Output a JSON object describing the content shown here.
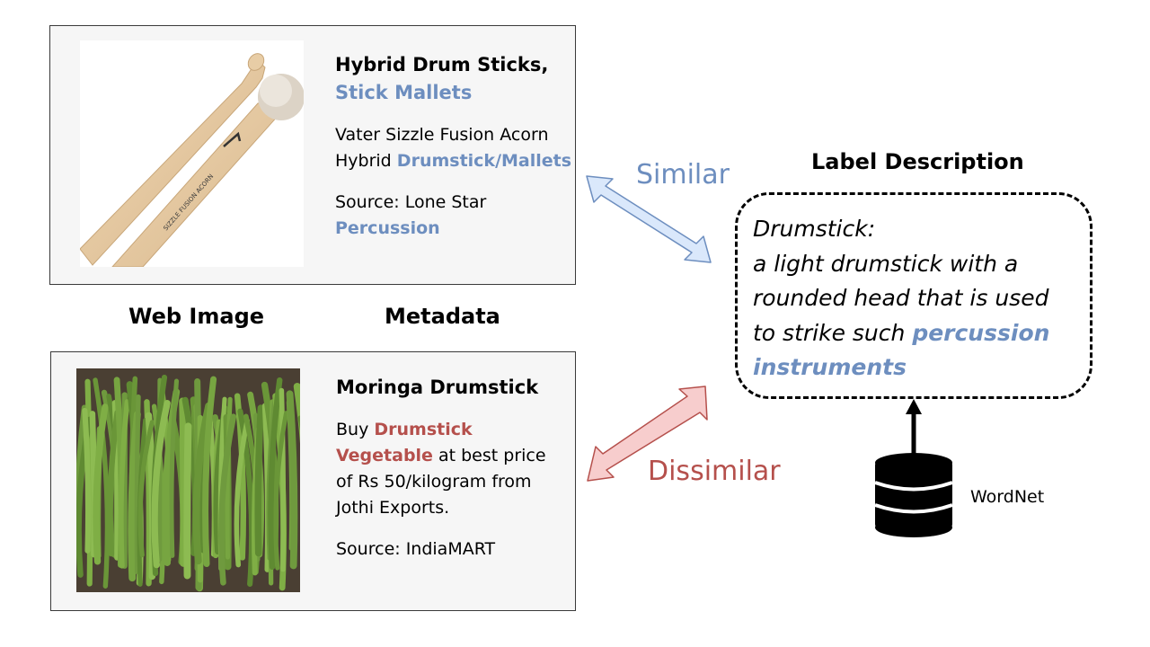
{
  "examples": [
    {
      "title": "Hybrid Drum Sticks,",
      "title_hl": "Stick Mallets",
      "desc_a": "Vater Sizzle Fusion Acorn",
      "desc_b": "Hybrid ",
      "desc_hl": "Drumstick/Mallets",
      "source": "Source: Lone Star",
      "source_hl": "Percussion",
      "stick_print": "SIZZLE FUSION ACORN"
    },
    {
      "title": "Moringa Drumstick",
      "desc_a": "Buy ",
      "desc_hl1": "Drumstick",
      "desc_hl2": "Vegetable",
      "desc_b": " at best price",
      "desc_c": "of Rs 50/kilogram from",
      "desc_d": "Jothi Exports.",
      "source": "Source: IndiaMART"
    }
  ],
  "labels": {
    "web_image": "Web Image",
    "metadata": "Metadata",
    "label_description": "Label Description"
  },
  "relations": {
    "similar": "Similar",
    "dissimilar": "Dissimilar"
  },
  "description": {
    "term": "Drumstick:",
    "line1": "a light drumstick with a",
    "line2": "rounded head that is used",
    "line3": "to strike such ",
    "hl1": "percussion",
    "hl2": "instruments"
  },
  "source_db": "WordNet",
  "colors": {
    "similar": "#6d8ebf",
    "dissimilar": "#b5504c",
    "similar_arrow_fill": "#dae8fb",
    "dissimilar_arrow_fill": "#f7cdcd"
  }
}
